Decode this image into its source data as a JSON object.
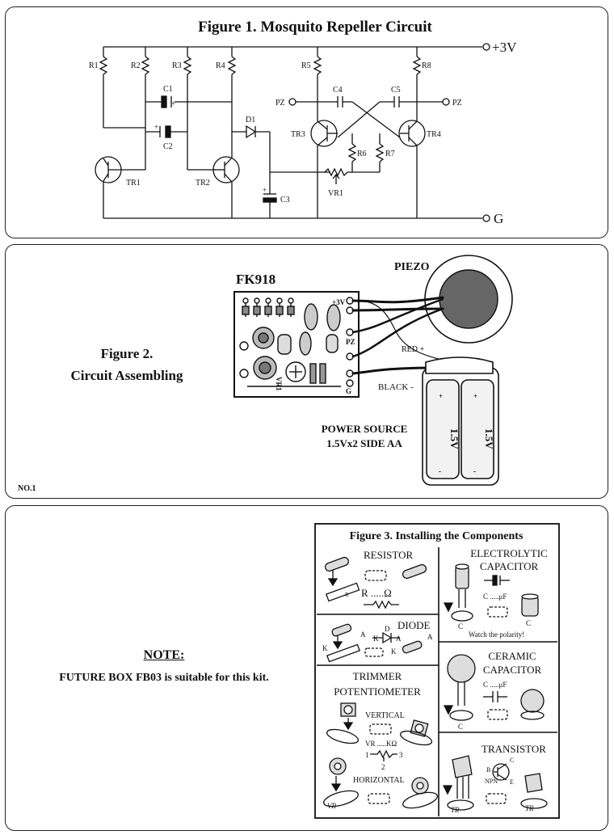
{
  "figure1": {
    "title": "Figure 1. Mosquito Repeller Circuit",
    "vcc": "+3V",
    "gnd": "G",
    "pz_left": "PZ",
    "pz_right": "PZ",
    "labels": {
      "r1": "R1",
      "r2": "R2",
      "r3": "R3",
      "r4": "R4",
      "r5": "R5",
      "r6": "R6",
      "r7": "R7",
      "r8": "R8",
      "c1": "C1",
      "c2": "C2",
      "c3": "C3",
      "c4": "C4",
      "c5": "C5",
      "d1": "D1",
      "vr1": "VR1",
      "tr1": "TR1",
      "tr2": "TR2",
      "tr3": "TR3",
      "tr4": "TR4"
    }
  },
  "figure2": {
    "title_line1": "Figure 2.",
    "title_line2": "Circuit Assembling",
    "board": "FK918",
    "piezo": "PIEZO",
    "red": "RED +",
    "black": "BLACK -",
    "power_line1": "POWER SOURCE",
    "power_line2": "1.5Vx2 SIDE AA",
    "battery": "1.5V",
    "pcb_v": "+3V",
    "pcb_pz": "PZ",
    "pcb_g": "G",
    "pcb_vr": "VR1",
    "page_no": "NO.1"
  },
  "note": {
    "title": "NOTE:",
    "text": "FUTURE BOX FB03 is suitable for this kit."
  },
  "figure3": {
    "title": "Figure 3. Installing the Components",
    "resistor": "RESISTOR",
    "resistor_formula": "R .....Ω",
    "electrolytic_1": "ELECTROLYTIC",
    "electrolytic_2": "CAPACITOR",
    "electrolytic_formula": "C .....μF",
    "polarity": "Watch the polarity!",
    "diode": "DIODE",
    "trimmer_1": "TRIMMER",
    "trimmer_2": "POTENTIOMETER",
    "vertical": "VERTICAL",
    "horizontal": "HORIZONTAL",
    "vr_formula": "VR .....KΩ",
    "ceramic_1": "CERAMIC",
    "ceramic_2": "CAPACITOR",
    "ceramic_formula": "C .....μF",
    "transistor": "TRANSISTOR",
    "npn": "NPN",
    "letter_c": "C",
    "letter_a": "A",
    "letter_k": "K",
    "letter_d": "D",
    "letter_b": "B",
    "letter_e": "E",
    "n1": "1",
    "n2": "2",
    "n3": "3",
    "tr": "TR",
    "r": "R"
  }
}
